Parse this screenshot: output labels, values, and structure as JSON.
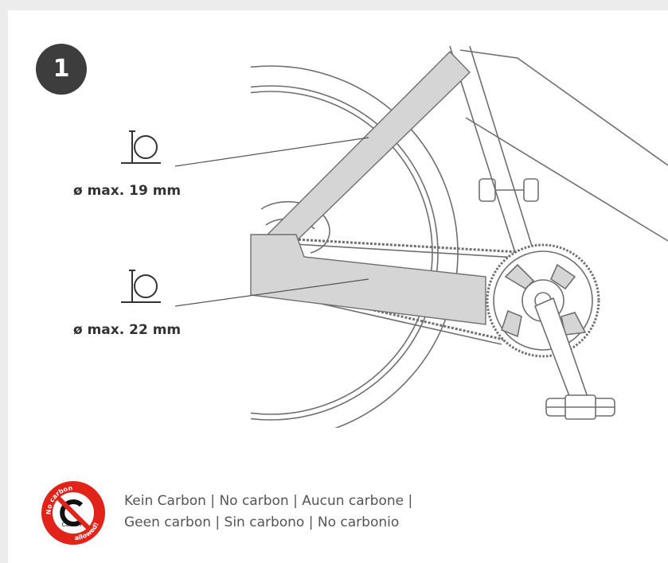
{
  "step": {
    "number": "1"
  },
  "dimensions": [
    {
      "label": "ø max. 19 mm"
    },
    {
      "label": "ø max. 22 mm"
    }
  ],
  "notice": {
    "line1": "Kein Carbon | No carbon | Aucun carbone |",
    "line2": "Geen carbon | Sin carbono | No carbonio",
    "badge_arc_top": "No carbon",
    "badge_arc_bottom": "allowed!",
    "badge_center": "Carbon"
  },
  "colors": {
    "highlight": "#d5d5d5",
    "outline": "#6f6f6f",
    "no_sign_red": "#e2231a",
    "badge_bg": "#3d3d3d"
  }
}
